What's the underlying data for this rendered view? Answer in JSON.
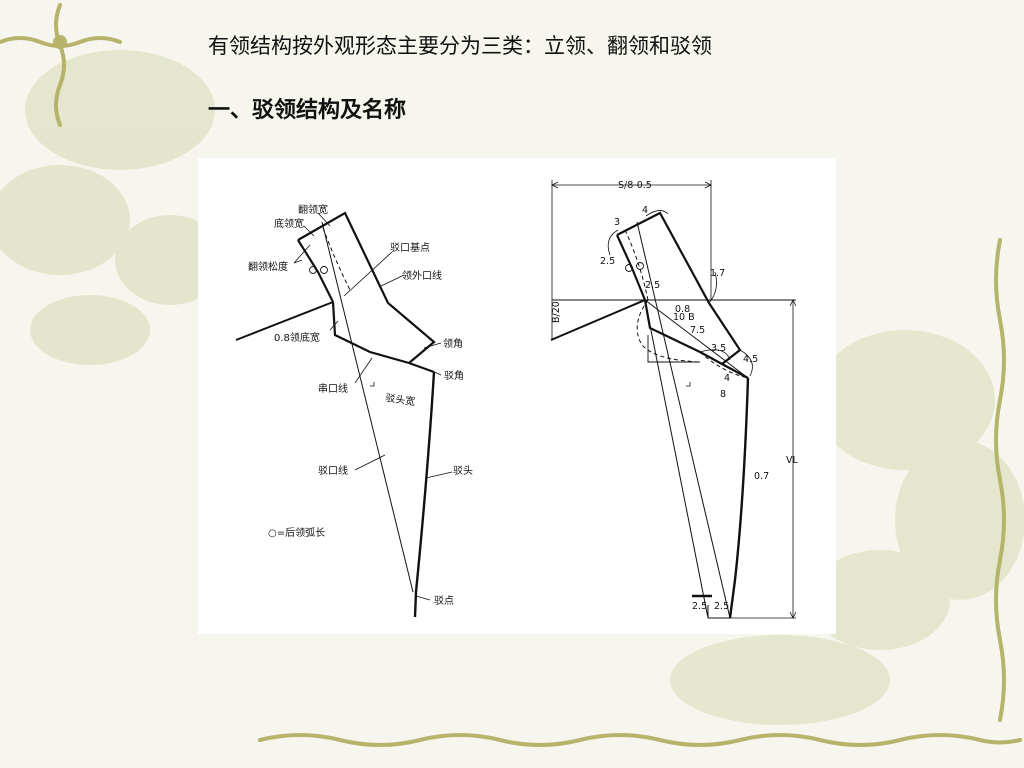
{
  "slide": {
    "intro": "有领结构按外观形态主要分为三类：立领、翻领和驳领",
    "section_title": "一、驳领结构及名称"
  },
  "left_diagram": {
    "labels": {
      "fanling_kuan": "翻领宽",
      "diling_kuan": "底领宽",
      "fanling_songdu": "翻领松度",
      "bokou_jidian": "驳口基点",
      "lingwaikou_xian": "领外口线",
      "diling_kuan_08": "0.8领底宽",
      "lingjiao": "领角",
      "chuankou_xian": "串口线",
      "bojiao": "驳角",
      "botou_kuan": "驳头宽",
      "bokou_xian": "驳口线",
      "botou": "驳头",
      "bodian": "驳点",
      "legend": "○=后领弧长"
    }
  },
  "right_diagram": {
    "dims": {
      "top_width": "S/8-0.5",
      "d3": "3",
      "d4_top": "4",
      "d25_collar": "2.5",
      "d17": "1.7",
      "d25_stand": "2.5",
      "b20": "B/20",
      "r08": "0.8",
      "b10": "10 B",
      "d75": "7.5",
      "d35": "3.5",
      "d45": "4.5",
      "d4_mid": "4",
      "d8": "8",
      "vl": "VL",
      "d07": "0.7",
      "d25_bl": "2.5",
      "d25_br": "2.5"
    }
  }
}
